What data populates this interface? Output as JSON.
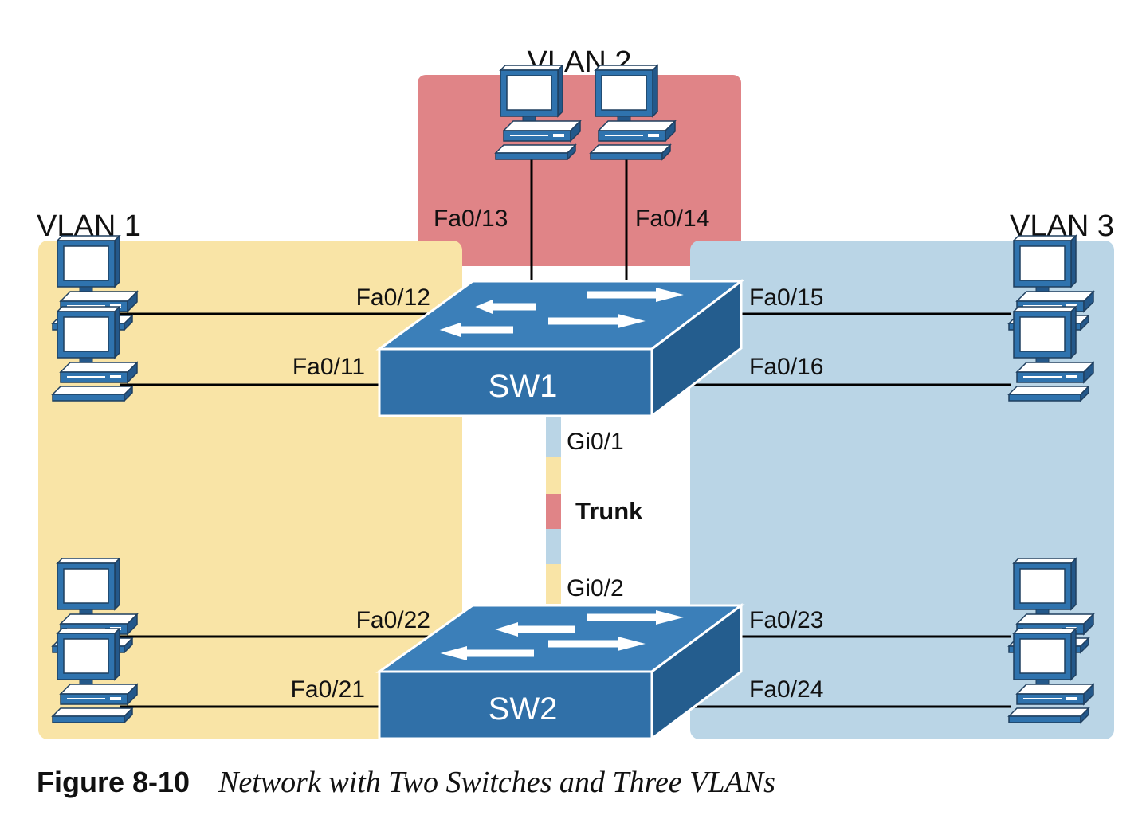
{
  "colors": {
    "vlan1": "#f9e4a6",
    "vlan2": "#e08487",
    "vlan3": "#bad5e6",
    "switch_front": "#3070a8",
    "switch_top": "#3b7fb9",
    "switch_side": "#245d8e",
    "pc_fill": "#2f73ae"
  },
  "vlans": {
    "vlan1": {
      "label": "VLAN 1"
    },
    "vlan2": {
      "label": "VLAN 2"
    },
    "vlan3": {
      "label": "VLAN 3"
    }
  },
  "switches": {
    "sw1": {
      "label": "SW1"
    },
    "sw2": {
      "label": "SW2"
    }
  },
  "ports": {
    "fa0_12": "Fa0/12",
    "fa0_11": "Fa0/11",
    "fa0_13": "Fa0/13",
    "fa0_14": "Fa0/14",
    "fa0_15": "Fa0/15",
    "fa0_16": "Fa0/16",
    "fa0_22": "Fa0/22",
    "fa0_21": "Fa0/21",
    "fa0_23": "Fa0/23",
    "fa0_24": "Fa0/24",
    "gi0_1": "Gi0/1",
    "gi0_2": "Gi0/2"
  },
  "trunk": {
    "label": "Trunk"
  },
  "pc_icon": "desktop-computer-icon",
  "caption": {
    "number": "Figure 8-10",
    "title": "Network with Two Switches and Three VLANs"
  }
}
